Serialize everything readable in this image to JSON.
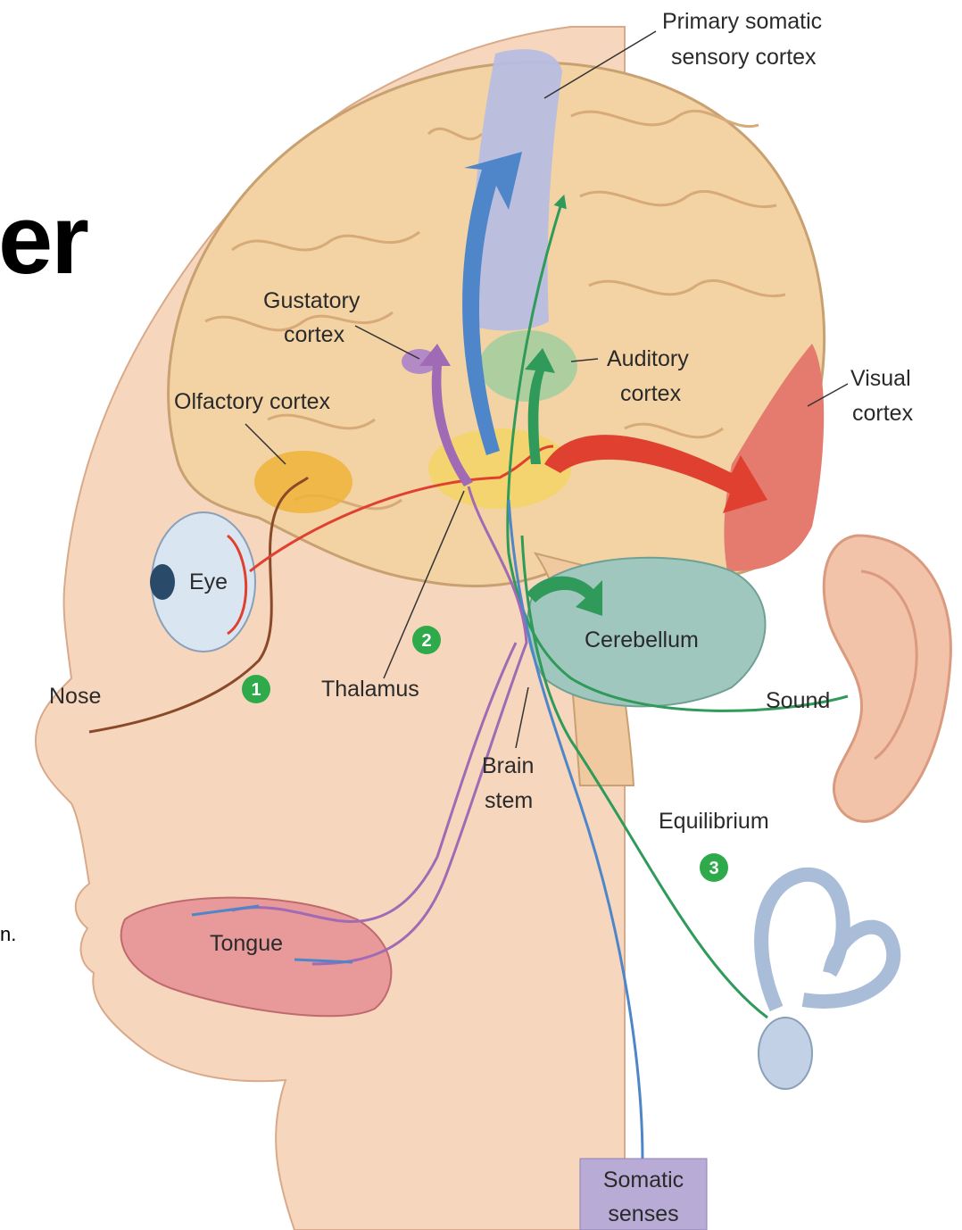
{
  "title_fragment": "er",
  "caption_fragment": "n.",
  "labels": {
    "primary_somatic_line1": "Primary somatic",
    "primary_somatic_line2": "sensory cortex",
    "gustatory_line1": "Gustatory",
    "gustatory_line2": "cortex",
    "auditory_line1": "Auditory",
    "auditory_line2": "cortex",
    "olfactory": "Olfactory cortex",
    "visual_line1": "Visual",
    "visual_line2": "cortex",
    "eye": "Eye",
    "nose": "Nose",
    "thalamus": "Thalamus",
    "cerebellum": "Cerebellum",
    "sound": "Sound",
    "brain_stem_line1": "Brain",
    "brain_stem_line2": "stem",
    "equilibrium": "Equilibrium",
    "tongue": "Tongue",
    "somatic_senses_line1": "Somatic",
    "somatic_senses_line2": "senses"
  },
  "step_numbers": {
    "one": "1",
    "two": "2",
    "three": "3"
  },
  "colors": {
    "skin": "#f6d7bd",
    "brain": "#f3d3a4",
    "somatic_region": "#b7bde0",
    "auditory_region": "#a9cf9f",
    "visual_region": "#e57b6e",
    "thalamus_region": "#f4d468",
    "cerebellum": "#9fc7bd",
    "somatic_path": "#4e86c9",
    "visual_path": "#e0402f",
    "gustatory_path": "#a06ab4",
    "auditory_path": "#2f9a5a",
    "olfactory_path": "#8a4a2a",
    "step_badge": "#2eaa4a",
    "box": "#b8acd6"
  }
}
